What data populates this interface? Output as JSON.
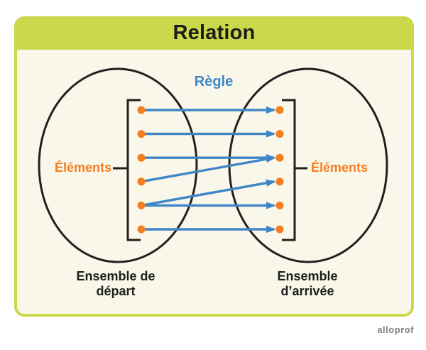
{
  "card": {
    "title": "Relation",
    "band_color": "#ccd84b",
    "body_color": "#f8f7e9",
    "title_color": "#1d1d1b"
  },
  "diagram": {
    "rule_label": "Règle",
    "elements_label_left": "Éléments",
    "elements_label_right": "Éléments",
    "departure_set": {
      "line1": "Ensemble de",
      "line2": "départ"
    },
    "arrival_set": {
      "line1": "Ensemble",
      "line2": "d’arrivée"
    },
    "element_count_left": 6,
    "element_count_right": 6,
    "mappings": [
      [
        1,
        1
      ],
      [
        2,
        2
      ],
      [
        3,
        3
      ],
      [
        4,
        3
      ],
      [
        5,
        4
      ],
      [
        5,
        5
      ],
      [
        6,
        6
      ]
    ],
    "colors": {
      "dot": "#f57e20",
      "arrow": "#3e86c7",
      "ink": "#231f20",
      "rule_text": "#3e86c7",
      "elements_text": "#f57e20",
      "set_text": "#1d1d1b"
    }
  },
  "watermark": {
    "text": "alloprof",
    "color": "#808080"
  }
}
